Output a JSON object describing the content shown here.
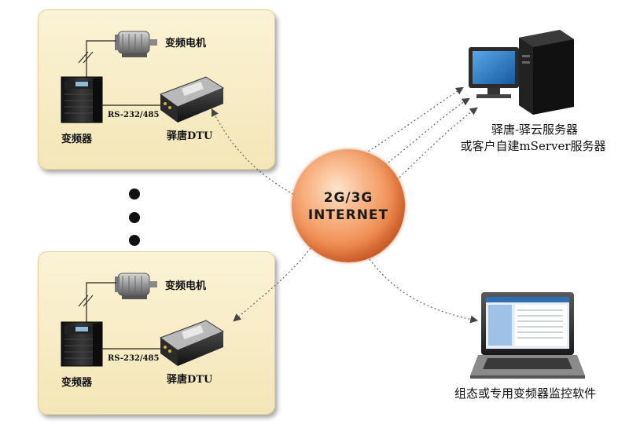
{
  "panels": [
    {
      "motor_label": "变频电机",
      "serial_label": "RS-232/485",
      "inverter_label": "变频器",
      "dtu_label": "驿唐DTU"
    },
    {
      "motor_label": "变频电机",
      "serial_label": "RS-232/485",
      "inverter_label": "变频器",
      "dtu_label": "驿唐DTU"
    }
  ],
  "network": {
    "line1": "2G/3G",
    "line2": "INTERNET"
  },
  "server": {
    "caption_line1": "驿唐-驿云服务器",
    "caption_line2": "或客户自建mServer服务器"
  },
  "laptop": {
    "caption": "组态或专用变频器监控软件"
  },
  "colors": {
    "panel_bg": "#f6e9bf",
    "globe": "#ef8a4f",
    "monitor_screen": "#1e6fb8",
    "tower": "#1b1b1b"
  }
}
